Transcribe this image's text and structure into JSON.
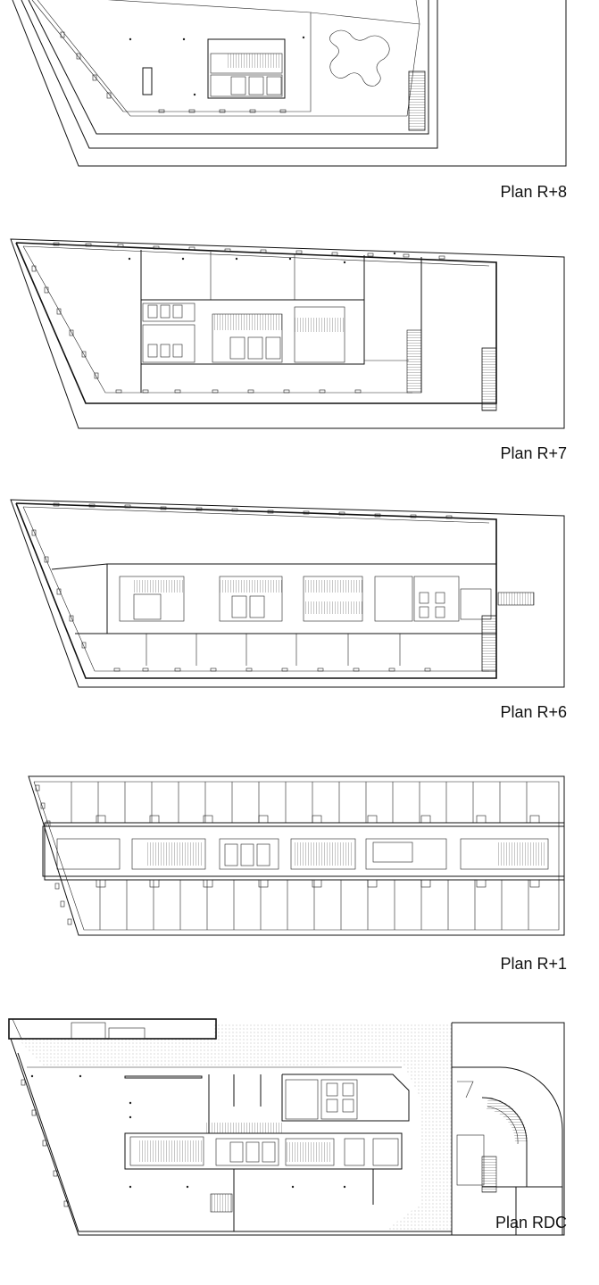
{
  "plans": [
    {
      "id": "r8",
      "label": "Plan R+8"
    },
    {
      "id": "r7",
      "label": "Plan R+7"
    },
    {
      "id": "r6",
      "label": "Plan R+6"
    },
    {
      "id": "r1",
      "label": "Plan R+1"
    },
    {
      "id": "rdc",
      "label": "Plan RDC"
    }
  ],
  "colors": {
    "line": "#111111",
    "background": "#ffffff",
    "paving": "#bbbbbb"
  }
}
